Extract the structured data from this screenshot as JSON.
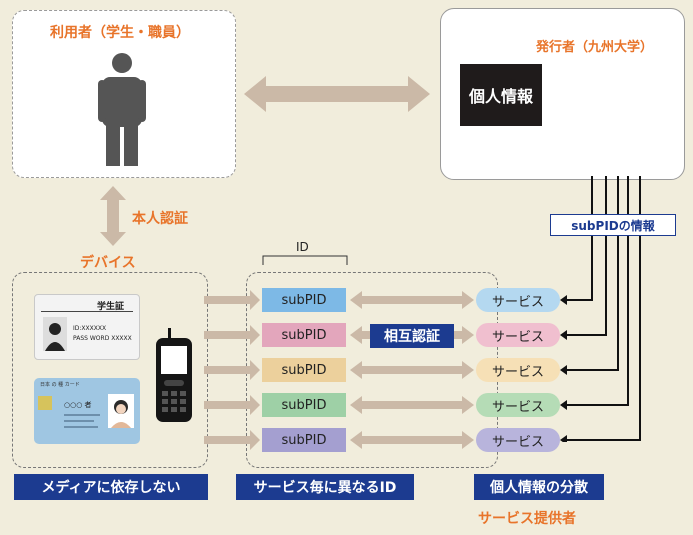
{
  "user": {
    "title": "利用者（学生・職員）"
  },
  "issuer": {
    "title": "発行者（九州大学）",
    "personal_info": "個人情報"
  },
  "auth_label": "本人認証",
  "device_label": "デバイス",
  "id_label": "ID",
  "subpid_info_label": "subPIDの情報",
  "mutual_auth_label": "相互認証",
  "student_card": {
    "title": "学生証",
    "id_text": "ID:XXXXXX",
    "pass_text": "PASS WORD XXXXX"
  },
  "id_card": {
    "header": "日本 の 種 カード",
    "name": "○○○ 者"
  },
  "rows": [
    {
      "pid": "subPID",
      "service": "サービス",
      "pid_color": "#7db9e6",
      "svc_color": "#b4d8f0"
    },
    {
      "pid": "subPID",
      "service": "サービス",
      "pid_color": "#e3a6bc",
      "svc_color": "#f0bfcf"
    },
    {
      "pid": "subPID",
      "service": "サービス",
      "pid_color": "#ecd09c",
      "svc_color": "#f6e0b6"
    },
    {
      "pid": "subPID",
      "service": "サービス",
      "pid_color": "#9ed0a6",
      "svc_color": "#b5dcb6"
    },
    {
      "pid": "subPID",
      "service": "サービス",
      "pid_color": "#a49fd0",
      "svc_color": "#b8b4dc"
    }
  ],
  "bottom_labels": {
    "media": "メディアに依存しない",
    "unique_id": "サービス毎に異なるID",
    "distributed": "個人情報の分散"
  },
  "service_provider": "サービス提供者"
}
